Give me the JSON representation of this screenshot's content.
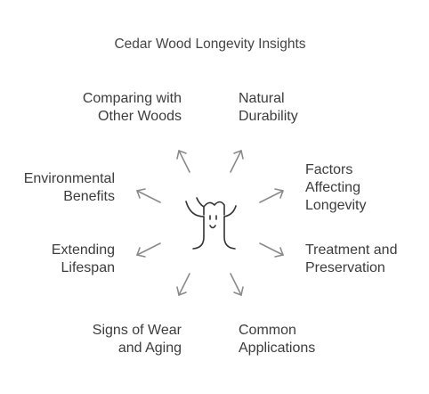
{
  "title": "Cedar Wood Longevity Insights",
  "center_icon": "tree-icon",
  "colors": {
    "text": "#3c3c3c",
    "arrow": "#8a8a8a",
    "icon_stroke": "#333333"
  },
  "items": {
    "comparing": [
      "Comparing with",
      "Other Woods"
    ],
    "natural": [
      "Natural",
      "Durability"
    ],
    "factors": [
      "Factors",
      "Affecting",
      "Longevity"
    ],
    "environmental": [
      "Environmental",
      "Benefits"
    ],
    "extending": [
      "Extending",
      "Lifespan"
    ],
    "treatment": [
      "Treatment and",
      "Preservation"
    ],
    "signs": [
      "Signs of Wear",
      "and Aging"
    ],
    "common": [
      "Common",
      "Applications"
    ]
  }
}
